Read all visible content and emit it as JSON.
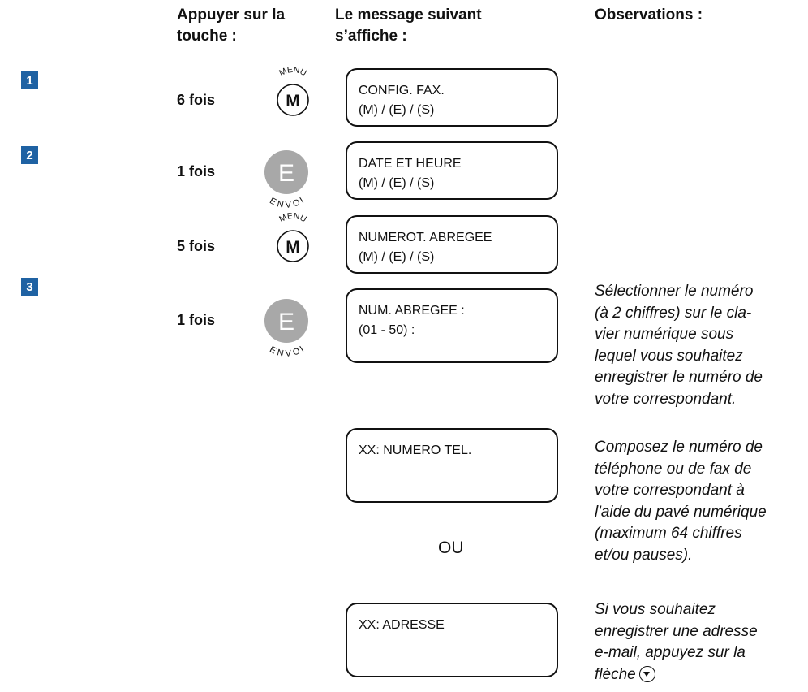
{
  "accent_color": "#1f62a3",
  "headers": {
    "key_col": [
      "Appuyer sur la",
      "touche :"
    ],
    "message_col": [
      "Le message suivant",
      "s’affiche :"
    ],
    "obs_col": "Observations :"
  },
  "steps": [
    {
      "number": "1",
      "count": "6 fois",
      "key": {
        "letter": "M",
        "label": "MENU",
        "icon": "menu-key-icon"
      }
    },
    {
      "number": "2",
      "count": "1 fois",
      "key": {
        "letter": "E",
        "label": "ENVOI",
        "icon": "envoi-key-icon"
      }
    },
    {
      "number": "",
      "count": "5 fois",
      "key": {
        "letter": "M",
        "label": "MENU",
        "icon": "menu-key-icon"
      }
    },
    {
      "number": "3",
      "count": "1 fois",
      "key": {
        "letter": "E",
        "label": "ENVOI",
        "icon": "envoi-key-icon"
      }
    }
  ],
  "displays": [
    {
      "line1": "CONFIG. FAX.",
      "line2": "(M) / (E) / (S)"
    },
    {
      "line1": "DATE ET HEURE",
      "line2": "(M) / (E) / (S)"
    },
    {
      "line1": "NUMEROT. ABREGEE",
      "line2": "(M) / (E) / (S)"
    },
    {
      "line1": "NUM. ABREGEE :",
      "line2": "(01 - 50) :"
    },
    {
      "line1": "XX: NUMERO TEL.",
      "line2": ""
    },
    {
      "line1": "XX: ADRESSE",
      "line2": ""
    }
  ],
  "or_label": "OU",
  "observations": [
    [
      "Sélectionner le numéro",
      "(à 2 chiffres) sur le cla-",
      "vier numérique sous",
      "lequel vous souhaitez",
      "enregistrer le numéro de",
      "votre correspondant."
    ],
    [
      "Composez le numéro de",
      "téléphone ou de fax de",
      "votre correspondant à",
      "l'aide du pavé numérique",
      "(maximum 64 chiffres",
      "et/ou pauses)."
    ],
    [
      "Si vous souhaitez",
      "enregistrer une adresse",
      "e-mail, appuyez sur la",
      "flèche"
    ]
  ],
  "arrow_icon": "down-arrow-key-icon"
}
